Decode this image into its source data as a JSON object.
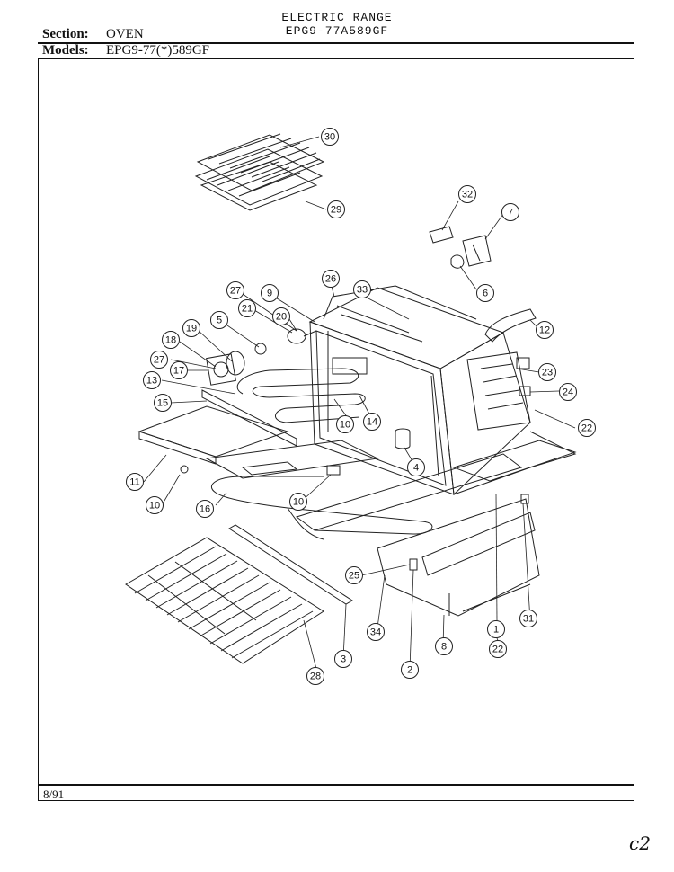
{
  "header": {
    "title_line1": "ELECTRIC RANGE",
    "title_line2": "EPG9-77A589GF",
    "section_label": "Section:",
    "section_value": "OVEN",
    "models_label": "Models:",
    "models_value": "EPG9-77(*)589GF"
  },
  "footer": {
    "date": "8/91",
    "signature": "c2"
  },
  "diagram": {
    "callouts": [
      "30",
      "29",
      "32",
      "7",
      "6",
      "26",
      "33",
      "27",
      "9",
      "21",
      "20",
      "12",
      "5",
      "19",
      "18",
      "27",
      "17",
      "13",
      "15",
      "23",
      "24",
      "22",
      "14",
      "10",
      "4",
      "11",
      "10",
      "16",
      "10",
      "25",
      "1",
      "31",
      "22",
      "34",
      "8",
      "3",
      "2",
      "28"
    ]
  }
}
